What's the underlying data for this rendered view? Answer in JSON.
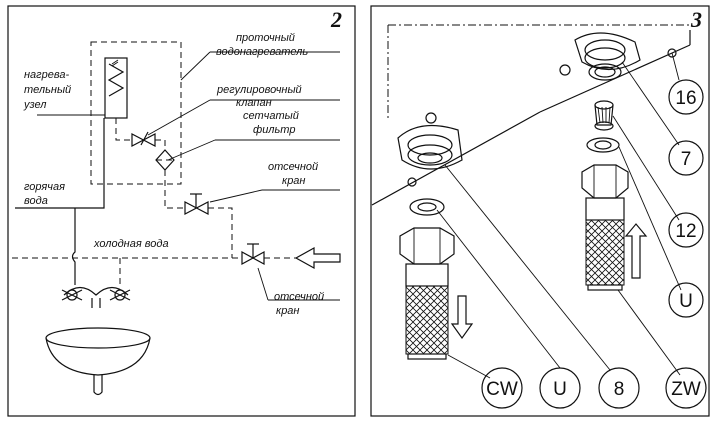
{
  "left_panel": {
    "number": "2",
    "labels": {
      "heater": "проточный водонагреватель",
      "heating_unit": "нагрева-тельный узел",
      "valve": "регулировочный клапан",
      "filter": "сетчатый фильтр",
      "shutoff_top": "отсечной кран",
      "hot_water": "горячая вода",
      "cold_water": "холодная вода",
      "shutoff_bottom": "отсечной кран"
    }
  },
  "right_panel": {
    "number": "3",
    "callouts": [
      "16",
      "7",
      "12",
      "U",
      "CW",
      "U",
      "8",
      "ZW"
    ]
  }
}
